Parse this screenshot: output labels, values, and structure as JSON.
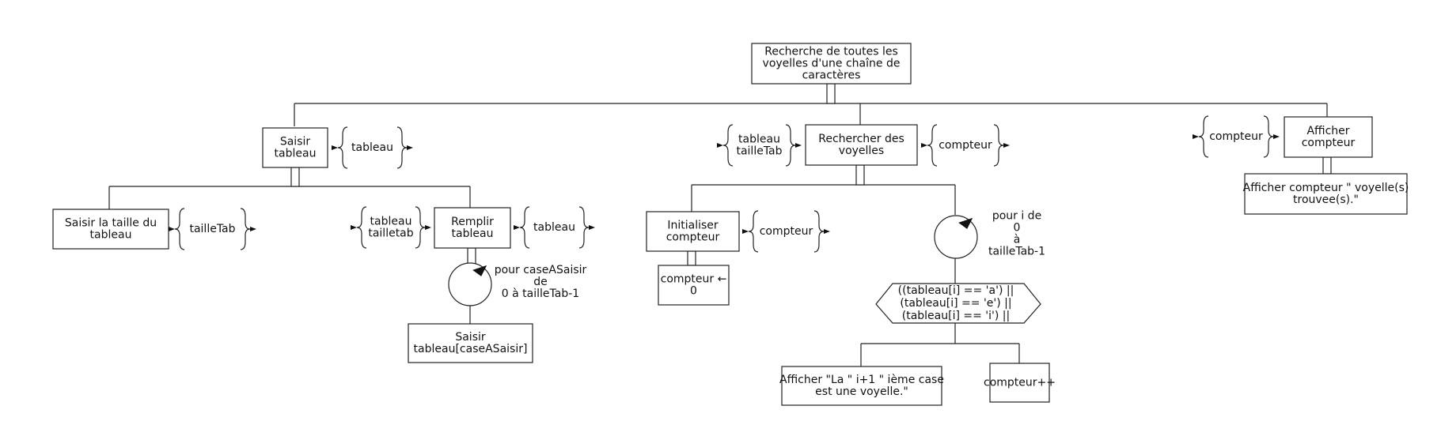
{
  "colors": {
    "stroke": "#222222",
    "text": "#111111",
    "background": "#ffffff"
  },
  "nodes": {
    "root": [
      "Recherche de toutes les",
      "voyelles d'une chaîne de",
      "caractères"
    ],
    "saisir_tableau": [
      "Saisir",
      "tableau"
    ],
    "saisir_taille": [
      "Saisir la taille du",
      "tableau"
    ],
    "remplir": [
      "Remplir",
      "tableau"
    ],
    "saisir_case": [
      "Saisir",
      "tableau[caseASaisir]"
    ],
    "rechercher": [
      "Rechercher des",
      "voyelles"
    ],
    "initialiser": [
      "Initialiser",
      "compteur"
    ],
    "affect": [
      "compteur ←",
      "0"
    ],
    "condition": [
      "((tableau[i] == 'a') ||",
      "(tableau[i] == 'e') ||",
      "(tableau[i] == 'i') ||"
    ],
    "afficher_case": [
      "Afficher \"La \" i+1 \" ième case",
      "est une voyelle.\""
    ],
    "increment": [
      "compteur++"
    ],
    "afficher": [
      "Afficher",
      "compteur"
    ],
    "afficher_final": [
      "Afficher compteur \" voyelle(s)",
      "trouvee(s).\""
    ]
  },
  "loops": {
    "loop1": [
      "pour caseASaisir",
      "de",
      "0 à tailleTab-1"
    ],
    "loop2": [
      "pour i de",
      "0",
      "à",
      "tailleTab-1"
    ]
  },
  "params": {
    "p_saisir_out": [
      "tableau"
    ],
    "p_taille_out": [
      "tailleTab"
    ],
    "p_remplir_in": [
      "tableau",
      "tailletab"
    ],
    "p_remplir_out": [
      "tableau"
    ],
    "p_rech_in": [
      "tableau",
      "tailleTab"
    ],
    "p_rech_out": [
      "compteur"
    ],
    "p_init_out": [
      "compteur"
    ],
    "p_aff_in": [
      "compteur"
    ]
  }
}
